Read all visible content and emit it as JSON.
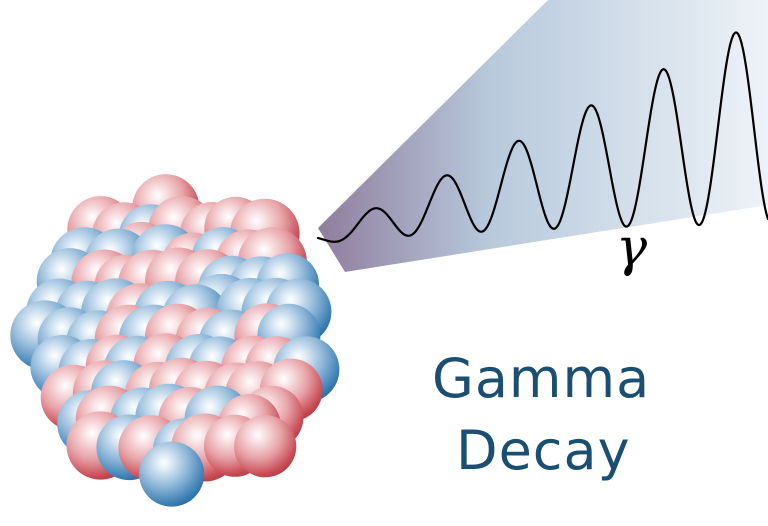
{
  "title": {
    "line1": "Gamma",
    "line2": "Decay"
  },
  "emission": {
    "symbol": "γ",
    "wave_color": "#000000",
    "beam_colors": [
      "#8f7e9e",
      "#b8c9dc",
      "#edf3f8"
    ]
  },
  "nucleus": {
    "proton_color": "#c94b55",
    "neutron_color": "#3b7fb5"
  },
  "colors": {
    "title": "#1b4f72",
    "background": "#ffffff"
  }
}
